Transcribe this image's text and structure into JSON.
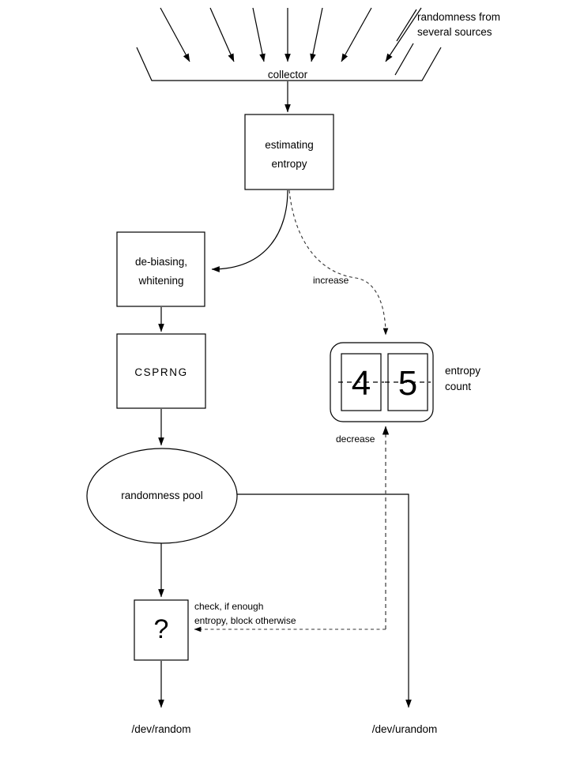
{
  "diagram": {
    "title": "Linux kernel randomness subsystem flow",
    "background_color": "#ffffff",
    "line_color": "#000000",
    "dashed_line_color": "#555555"
  },
  "nodes": {
    "collector": {
      "label": "collector",
      "shape": "funnel",
      "inputs_count": 7
    },
    "estimating_entropy": {
      "label_line1": "estimating",
      "label_line2": "entropy",
      "shape": "rectangle"
    },
    "debiasing": {
      "label_line1": "de-biasing,",
      "label_line2": "whitening",
      "shape": "rectangle"
    },
    "csprng": {
      "label": "CSPRNG",
      "shape": "rectangle"
    },
    "randomness_pool": {
      "label": "randomness pool",
      "shape": "ellipse"
    },
    "check_gate": {
      "label": "?",
      "shape": "rectangle"
    },
    "entropy_counter": {
      "label_line1": "entropy",
      "label_line2": "count",
      "shape": "rounded-rectangle",
      "digits": [
        "4",
        "5"
      ],
      "value": 45
    }
  },
  "annotations": {
    "sources": {
      "line1": "randomness from",
      "line2": "several sources"
    },
    "increase": "increase",
    "decrease": "decrease",
    "check": {
      "line1": "check, if enough",
      "line2": "entropy, block otherwise"
    }
  },
  "outputs": {
    "random": "/dev/random",
    "urandom": "/dev/urandom"
  }
}
